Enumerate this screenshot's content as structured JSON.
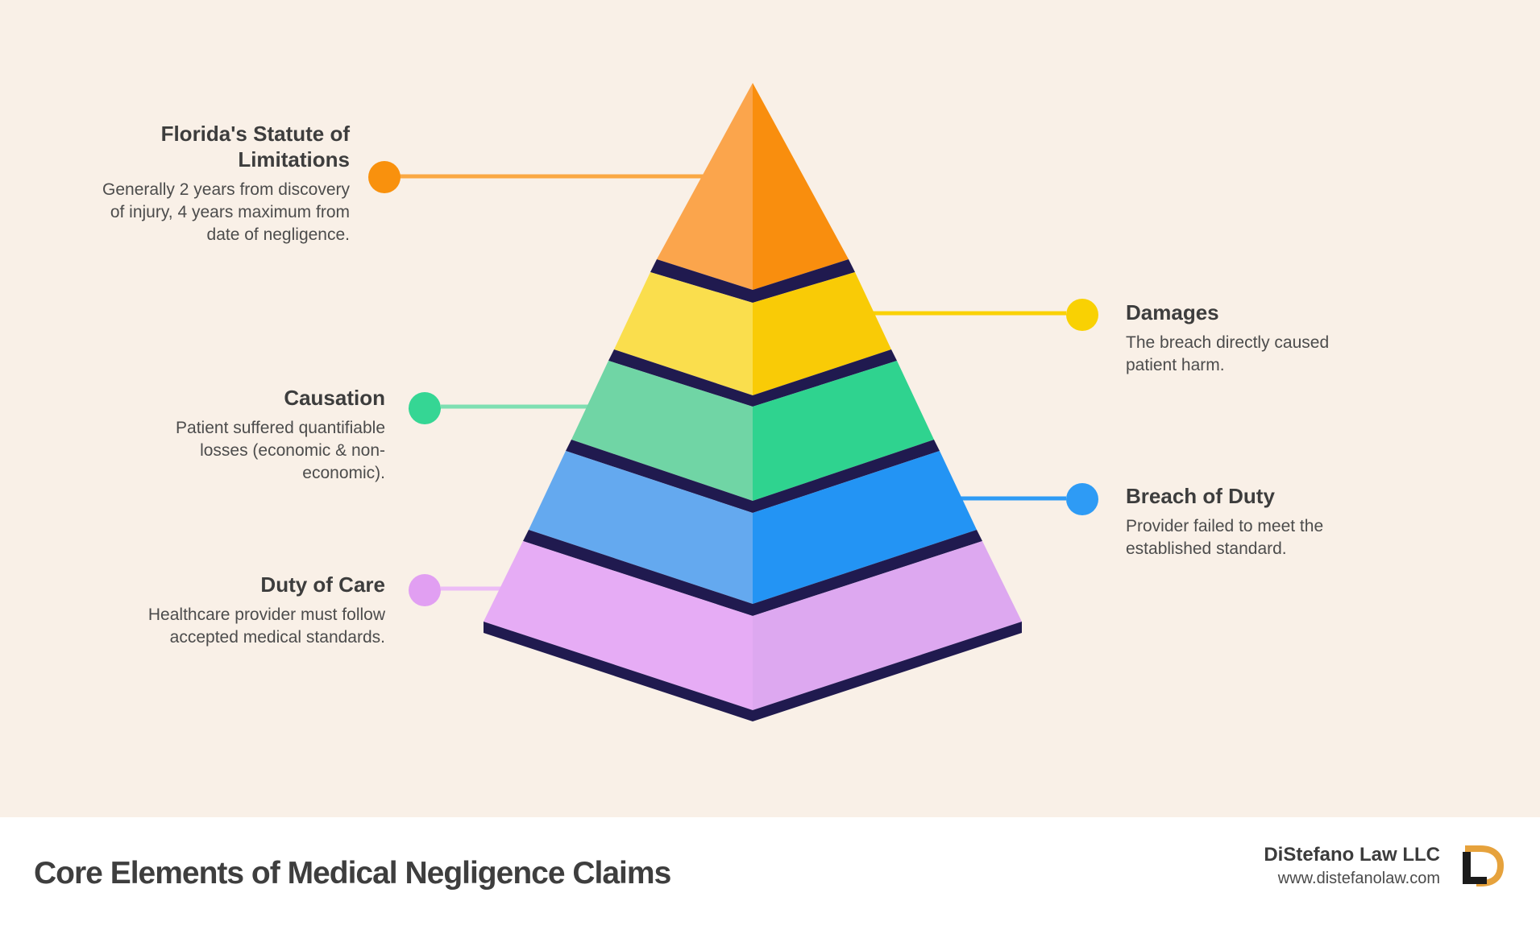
{
  "canvas": {
    "bg": "#f9f0e7",
    "footer_bg": "#ffffff",
    "divider_navy": "#201a4f"
  },
  "levels": [
    {
      "key": "statute",
      "side": "left",
      "heading_lines": [
        "Florida's Statute of",
        "Limitations"
      ],
      "desc_lines": [
        "Generally 2 years from discovery",
        "of injury, 4 years maximum from",
        "date of negligence."
      ],
      "face_light": "#fba54c",
      "face_dark": "#f98e0e",
      "dot": "#f9910d",
      "line": "#faa843"
    },
    {
      "key": "damages",
      "side": "right",
      "heading_lines": [
        "Damages"
      ],
      "desc_lines": [
        "The breach directly caused",
        "patient harm."
      ],
      "face_light": "#fade4d",
      "face_dark": "#f9cb06",
      "dot": "#f9d103",
      "line": "#fad106"
    },
    {
      "key": "causation",
      "side": "left",
      "heading_lines": [
        "Causation"
      ],
      "desc_lines": [
        "Patient suffered quantifiable",
        "losses (economic & non-",
        "economic)."
      ],
      "face_light": "#70d5a5",
      "face_dark": "#2fd38f",
      "dot": "#35d694",
      "line": "#7fdfb2"
    },
    {
      "key": "breach",
      "side": "right",
      "heading_lines": [
        "Breach of Duty"
      ],
      "desc_lines": [
        "Provider failed to meet the",
        "established standard."
      ],
      "face_light": "#64a9ef",
      "face_dark": "#2394f4",
      "dot": "#2e9bf5",
      "line": "#2e9bf5"
    },
    {
      "key": "duty",
      "side": "left",
      "heading_lines": [
        "Duty of Care"
      ],
      "desc_lines": [
        "Healthcare provider must follow",
        "accepted medical standards."
      ],
      "face_light": "#e6acf5",
      "face_dark": "#dda8f0",
      "dot": "#e19ff2",
      "line": "#ecbcf6"
    }
  ],
  "footer": {
    "title": "Core Elements of Medical Negligence Claims",
    "brand": "DiStefano Law LLC",
    "website": "www.distefanolaw.com",
    "logo_d_color": "#e6a23c",
    "logo_l_color": "#1b1b1b"
  }
}
